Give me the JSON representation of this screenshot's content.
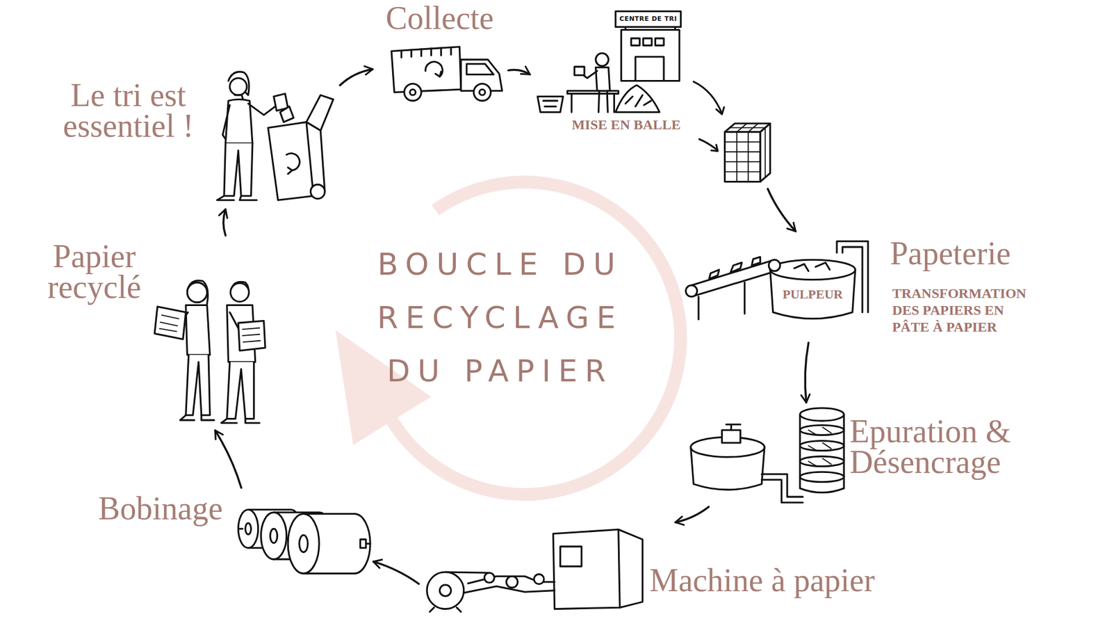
{
  "diagram": {
    "title": "BOUCLE DU RECYCLAGE DU PAPIER",
    "nodes": [
      {
        "text": [
          "Le tri est essentiel !"
        ]
      },
      {
        "text": [
          "Collecte"
        ]
      },
      {
        "text": [
          "MISE EN BALLE"
        ]
      },
      {
        "text": [
          "Papeterie",
          "TRANSFORMATION DES PAPIERS EN PÂTE À PAPIER"
        ]
      },
      {
        "text": [
          "Epuration & Désencrage"
        ]
      },
      {
        "text": [
          "Machine à papier"
        ]
      },
      {
        "text": [
          "Bobinage"
        ]
      },
      {
        "text": [
          "Papier recyclé"
        ]
      }
    ],
    "edges": [
      {
        "from": 0,
        "to": 1,
        "arrow": "to"
      },
      {
        "from": 1,
        "to": 2,
        "arrow": "to"
      },
      {
        "from": 2,
        "to": 3,
        "arrow": "to"
      },
      {
        "from": 3,
        "to": 4,
        "arrow": "to"
      },
      {
        "from": 4,
        "to": 5,
        "arrow": "to"
      },
      {
        "from": 5,
        "to": 6,
        "arrow": "to"
      },
      {
        "from": 6,
        "to": 7,
        "arrow": "to"
      },
      {
        "from": 7,
        "to": 0,
        "arrow": "to"
      }
    ],
    "labels": [
      "CENTRE DE TRI",
      "PULPEUR"
    ]
  }
}
